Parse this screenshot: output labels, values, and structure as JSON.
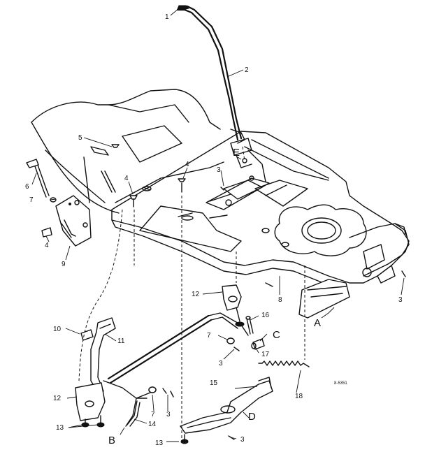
{
  "callouts": {
    "n1": "1",
    "n2": "2",
    "n3a": "3",
    "n3b": "3",
    "n3c": "3",
    "n3d": "3",
    "n3e": "3",
    "n4a": "4",
    "n4b": "4",
    "n4c": "4",
    "n5": "5",
    "n6": "6",
    "n7a": "7",
    "n7b": "7",
    "n7c": "7",
    "n8": "8",
    "n9": "9",
    "n10": "10",
    "n11": "11",
    "n12a": "12",
    "n12b": "12",
    "n13a": "13",
    "n13b": "13",
    "n14": "14",
    "n15": "15",
    "n16": "16",
    "n17": "17",
    "n18": "18"
  },
  "letters": {
    "A": "A",
    "B": "B",
    "C": "C",
    "D": "D",
    "E": "E"
  },
  "code": "8-5351"
}
